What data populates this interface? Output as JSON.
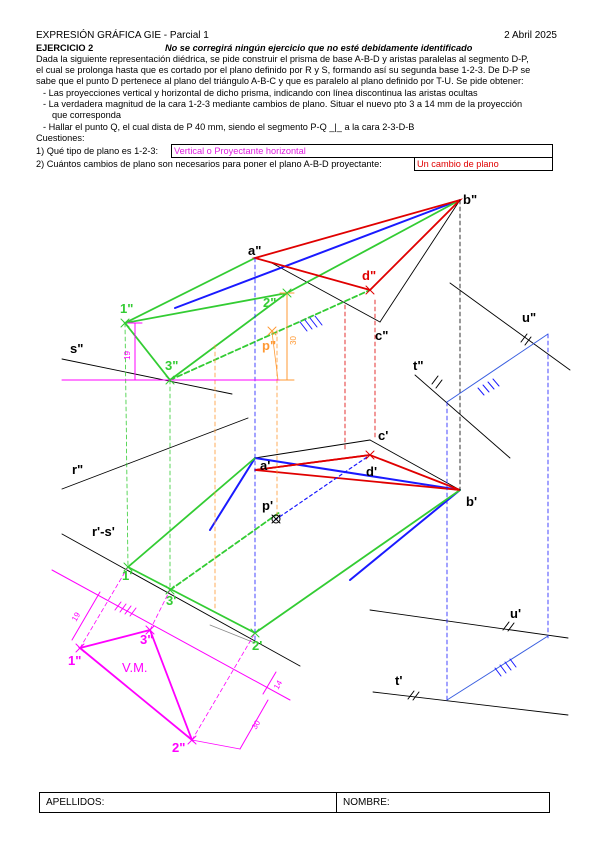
{
  "header": {
    "left": "EXPRESIÓN GRÁFICA GIE - Parcial 1",
    "right": "2 Abril 2025"
  },
  "exercise": {
    "title": "EJERCICIO 2",
    "warning": "No se corregirá  ningún ejercicio que no esté debidamente identificado",
    "statement_lines": [
      "Dada la siguiente representación diédrica, se pide construir el prisma de base A-B-D y aristas paralelas al segmento D-P,",
      "el cual se prolonga hasta que es cortado por el plano definido por R y S, formando así su segunda base 1-2-3. De D-P se",
      "sabe que el punto D pertenece al plano del triángulo A-B-C y que es paralelo al plano definido por T-U. Se pide obtener:"
    ],
    "bullets": [
      "- Las proyecciones vertical y horizontal de dicho prisma, indicando con línea discontinua las aristas ocultas",
      "- La verdadera magnitud de la cara 1-2-3 mediante cambios de plano. Situar el nuevo pto 3 a 14 mm de la proyección",
      "que corresponda",
      "- Hallar el punto Q, el cual dista de P 40 mm, siendo el segmento P-Q _|_ a la cara 2-3-D-B"
    ],
    "questions_heading": "Cuestiones:",
    "questions": [
      {
        "label": "1) Qué tipo de plano es 1-2-3:",
        "answer": "Vertical o Proyectante horizontal",
        "color": "#e020e0"
      },
      {
        "label": "2) Cuántos cambios de plano son necesarios para poner el plano A-B-D proyectante:",
        "answer": "Un cambio de plano",
        "color": "#e00000"
      }
    ]
  },
  "drawing": {
    "colors": {
      "red": "#e00000",
      "green": "#33cc33",
      "blue": "#1a1aff",
      "blue_light": "#3a5fe0",
      "magenta": "#ff00ff",
      "orange": "#ff9933",
      "black": "#000000",
      "gray": "#888888"
    },
    "labels": {
      "b2": "b\"",
      "a2": "a\"",
      "d2": "d\"",
      "c2": "c\"",
      "p2": "p\"",
      "one2": "1\"",
      "two2": "2\"",
      "three2": "3\"",
      "s2": "s\"",
      "r2": "r\"",
      "t2": "t\"",
      "u2": "u\"",
      "a1": "a'",
      "b1": "b'",
      "c1": "c'",
      "d1": "d'",
      "p1": "p'",
      "rs1": "r'-s'",
      "one1": "1'",
      "two1": "2'",
      "three1": "3'",
      "u1": "u'",
      "t1": "t'",
      "vm_one": "1\"",
      "vm_two": "2\"",
      "vm_three": "3\"",
      "vm": "V.M."
    },
    "dimensions": {
      "d19_upper": "19",
      "d30_upper": "30",
      "d19_lower": "19",
      "d14": "14",
      "d30_lower": "30"
    }
  },
  "footer": {
    "apellidos": "APELLIDOS:",
    "nombre": "NOMBRE:"
  }
}
